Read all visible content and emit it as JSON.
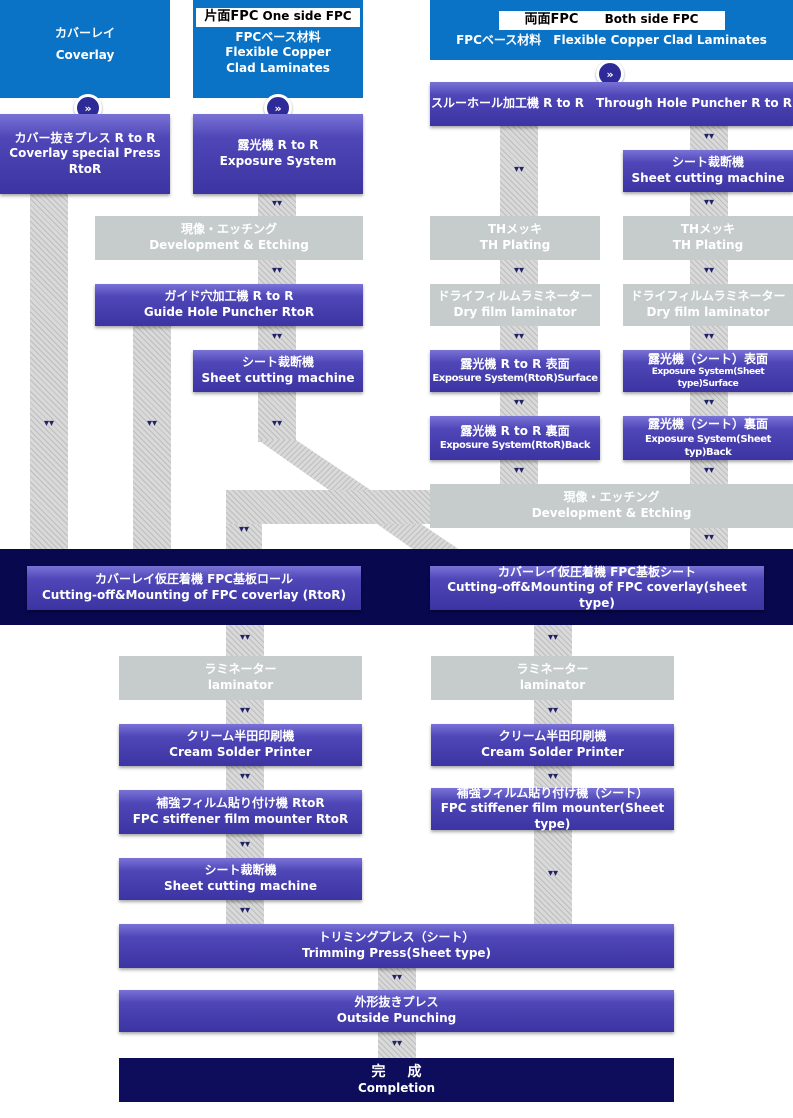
{
  "coverlay": {
    "jp": "カバーレイ",
    "en": "Coverlay"
  },
  "one_side": {
    "badge_jp": "片面FPC",
    "badge_en": "One side FPC",
    "jp": "FPCベース材料",
    "en1": "Flexible Copper",
    "en2": "Clad Laminates"
  },
  "both_side": {
    "badge_jp": "両面FPC",
    "badge_en": "Both side FPC",
    "line": "FPCベース材料　Flexible Copper Clad Laminates"
  },
  "steps": {
    "cover_press": {
      "l1": "カバー抜きプレス R to R",
      "l2": "Coverlay special Press",
      "l3": "RtoR"
    },
    "exposure": {
      "l1": "露光機 R to R",
      "l2": "Exposure System"
    },
    "dev_etch_1": {
      "l1": "現像・エッチング",
      "l2": "Development & Etching"
    },
    "guide_hole": {
      "l1": "ガイド穴加工機 R to R",
      "l2": "Guide Hole Puncher RtoR"
    },
    "sheet_cut_1": {
      "l1": "シート裁断機",
      "l2": "Sheet cutting machine"
    },
    "through_hole": {
      "l1": "スルーホール加工機 R to R　Through Hole Puncher R to R"
    },
    "sheet_cut_2": {
      "l1": "シート裁断機",
      "l2": "Sheet cutting machine"
    },
    "th_plating_1": {
      "l1": "THメッキ",
      "l2": "TH Plating"
    },
    "th_plating_2": {
      "l1": "THメッキ",
      "l2": "TH Plating"
    },
    "dry_film_1": {
      "l1": "ドライフィルムラミネーター",
      "l2": "Dry film laminator"
    },
    "dry_film_2": {
      "l1": "ドライフィルムラミネーター",
      "l2": "Dry film laminator"
    },
    "exp_rtor_surface": {
      "l1": "露光機 R to R 表面",
      "l2": "Exposure System(RtoR)Surface"
    },
    "exp_sheet_surface": {
      "l1": "露光機（シート）表面",
      "l2": "Exposure System(Sheet type)Surface"
    },
    "exp_rtor_back": {
      "l1": "露光機 R to R 裏面",
      "l2": "Exposure System(RtoR)Back"
    },
    "exp_sheet_back": {
      "l1": "露光機（シート）裏面",
      "l2": "Exposure System(Sheet typ)Back"
    },
    "dev_etch_2": {
      "l1": "現像・エッチング",
      "l2": "Development & Etching"
    },
    "cover_mount_roll": {
      "l1": "カバーレイ仮圧着機 FPC基板ロール",
      "l2": "Cutting-off&Mounting of FPC coverlay (RtoR)"
    },
    "cover_mount_sheet": {
      "l1": "カバーレイ仮圧着機 FPC基板シート",
      "l2": "Cutting-off&Mounting of FPC coverlay(sheet type)"
    },
    "laminator_1": {
      "l1": "ラミネーター",
      "l2": "laminator"
    },
    "laminator_2": {
      "l1": "ラミネーター",
      "l2": "laminator"
    },
    "cream_1": {
      "l1": "クリーム半田印刷機",
      "l2": "Cream Solder Printer"
    },
    "cream_2": {
      "l1": "クリーム半田印刷機",
      "l2": "Cream Solder Printer"
    },
    "stiffener_rtor": {
      "l1": "補強フィルム貼り付け機 RtoR",
      "l2": "FPC stiffener film mounter RtoR"
    },
    "stiffener_sheet": {
      "l1": "補強フィルム貼り付け機（シート）",
      "l2": "FPC stiffener film mounter(Sheet type)"
    },
    "sheet_cut_3": {
      "l1": "シート裁断機",
      "l2": "Sheet cutting machine"
    },
    "trimming": {
      "l1": "トリミングプレス（シート）",
      "l2": "Trimming Press(Sheet type)"
    },
    "outside": {
      "l1": "外形抜きプレス",
      "l2": "Outside Punching"
    },
    "completion": {
      "l1": "完成",
      "l2": "Completion"
    }
  }
}
